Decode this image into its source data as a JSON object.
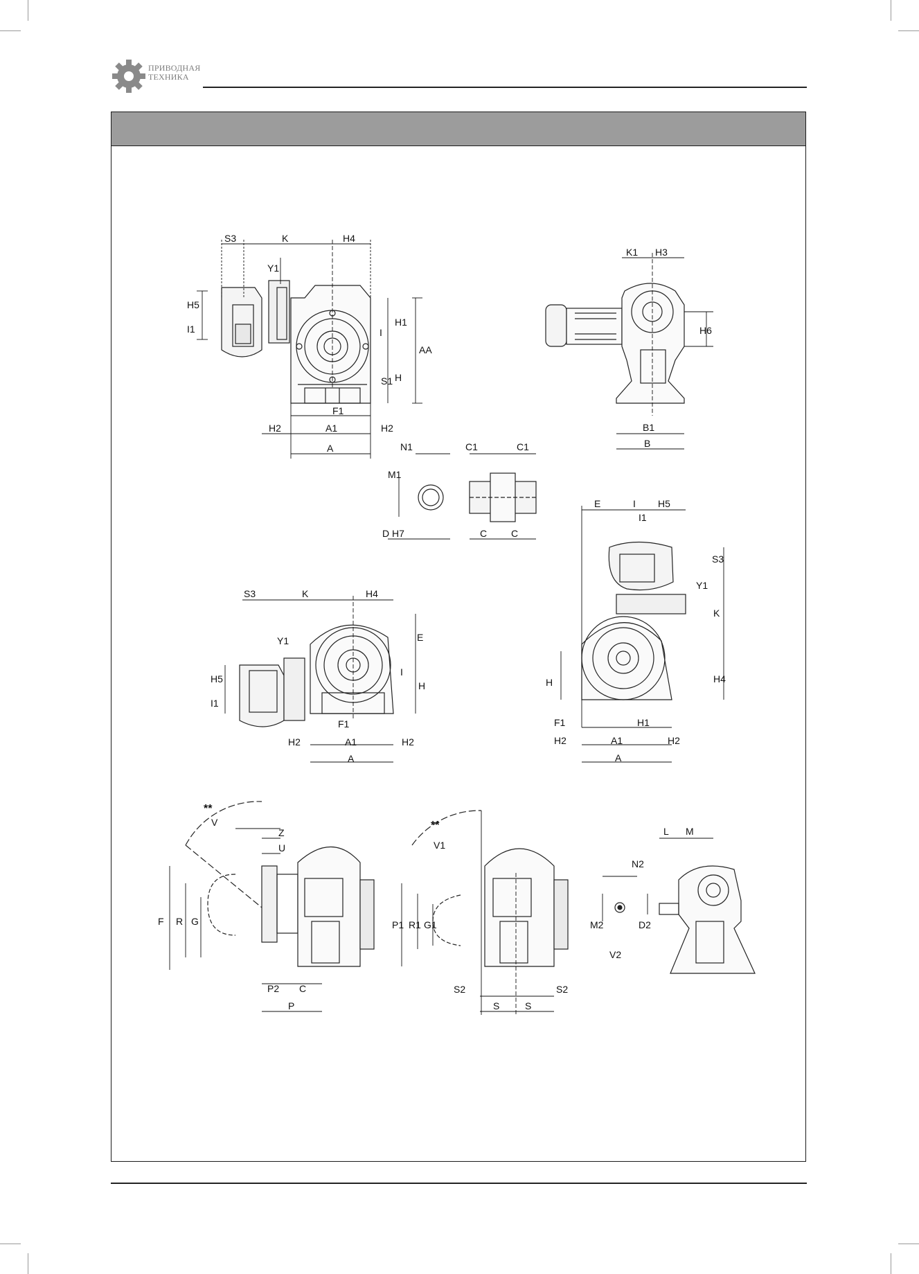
{
  "brand": {
    "line1": "ПРИВОДНАЯ",
    "line2": "ТЕХНИКА",
    "icon": "gear-icon",
    "color": "#8a8a8a"
  },
  "views": {
    "top_left": {
      "labels": [
        "S3",
        "K",
        "H4",
        "Y1",
        "H5",
        "I1",
        "I",
        "H1",
        "AA",
        "S1",
        "H",
        "F1",
        "H2",
        "A1",
        "H2",
        "A"
      ]
    },
    "top_right": {
      "labels": [
        "K1",
        "H3",
        "H6",
        "B1",
        "B"
      ]
    },
    "shaft_detail": {
      "labels": [
        "N1",
        "C1",
        "C1",
        "M1",
        "D H7",
        "C",
        "C"
      ]
    },
    "middle_left": {
      "labels": [
        "S3",
        "K",
        "H4",
        "Y1",
        "E",
        "H5",
        "I",
        "I1",
        "H",
        "F1",
        "H2",
        "A1",
        "H2",
        "A"
      ]
    },
    "middle_right": {
      "labels": [
        "E",
        "I",
        "H5",
        "I1",
        "S3",
        "Y1",
        "K",
        "H",
        "H4",
        "F1",
        "H1",
        "H2",
        "A1",
        "H2",
        "A"
      ]
    },
    "bottom_left": {
      "labels": [
        "**",
        "V",
        "Z",
        "U",
        "F",
        "R",
        "G",
        "P2",
        "C",
        "P"
      ]
    },
    "bottom_middle": {
      "labels": [
        "**",
        "V1",
        "P1",
        "R1",
        "G1",
        "S2",
        "S2",
        "S",
        "S"
      ]
    },
    "bottom_right": {
      "labels": [
        "L",
        "M",
        "N2",
        "M2",
        "D2",
        "V2"
      ]
    }
  }
}
